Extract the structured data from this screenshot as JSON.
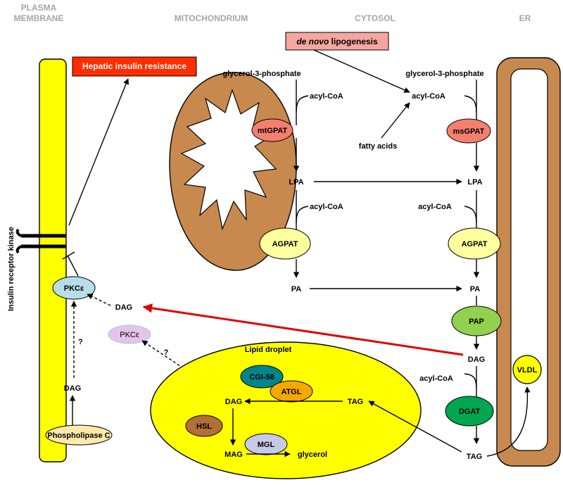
{
  "compartments": {
    "plasma_membrane_line1": "PLASMA",
    "plasma_membrane_line2": "MEMBRANE",
    "mitochondrion": "MITOCHONDRIUM",
    "cytosol": "CYTOSOL",
    "er": "ER"
  },
  "boxes": {
    "de_novo_italic": "de novo",
    "de_novo_rest": " lipogenesis",
    "hepatic_insulin_resistance": "Hepatic insulin resistance"
  },
  "receptor_label": "Insulin receptor kinase",
  "mito_path": {
    "g3p": "glycerol-3-phosphate",
    "acyl_coa_1": "acyl-CoA",
    "enzyme_gpat": "mtGPAT",
    "lpa": "LPA",
    "acyl_coa_2": "acyl-CoA",
    "enzyme_agpat": "AGPAT",
    "pa": "PA"
  },
  "er_path": {
    "g3p": "glycerol-3-phosphate",
    "acyl_coa_1": "acyl-CoA",
    "enzyme_gpat": "msGPAT",
    "fatty_acids": "fatty acids",
    "lpa": "LPA",
    "acyl_coa_2": "acyl-CoA",
    "enzyme_agpat": "AGPAT",
    "pa": "PA",
    "enzyme_pap": "PAP",
    "dag": "DAG",
    "acyl_coa_3": "acyl-CoA",
    "enzyme_dgat": "DGAT",
    "tag": "TAG",
    "vldl": "VLDL"
  },
  "signaling": {
    "pkc_membrane": "PKCε",
    "pkc_cytosol": "PKCε",
    "dag_cytosol": "DAG",
    "dag_membrane": "DAG",
    "question_1": "?",
    "question_2": "?",
    "phospholipase_c": "Phospholipase C"
  },
  "lipid_droplet": {
    "title": "Lipid droplet",
    "cgi58": "CGI-58",
    "atgl": "ATGL",
    "tag": "TAG",
    "dag": "DAG",
    "hsl": "HSL",
    "mgl": "MGL",
    "mag": "MAG",
    "glycerol": "glycerol"
  },
  "colors": {
    "membrane_yellow": "#ffff00",
    "mitochondrion_brown": "#c8894e",
    "er_brown": "#c8894e",
    "gpat_salmon": "#f47f6f",
    "agpat_cream": "#ffffa0",
    "pap_green": "#92d050",
    "dgat_green": "#00a650",
    "cgi58_teal": "#00858a",
    "atgl_orange": "#f5a800",
    "hsl_brown": "#b07038",
    "mgl_lavender": "#c7c9e8",
    "pkc_membrane_blue": "#b7dde8",
    "pkc_cytosol_pink": "#e6c3ea",
    "plc_cream": "#fde9a9",
    "hepatic_red": "#ff2d00",
    "denovo_pink": "#f4a6a0",
    "red_arrow": "#e00000"
  }
}
